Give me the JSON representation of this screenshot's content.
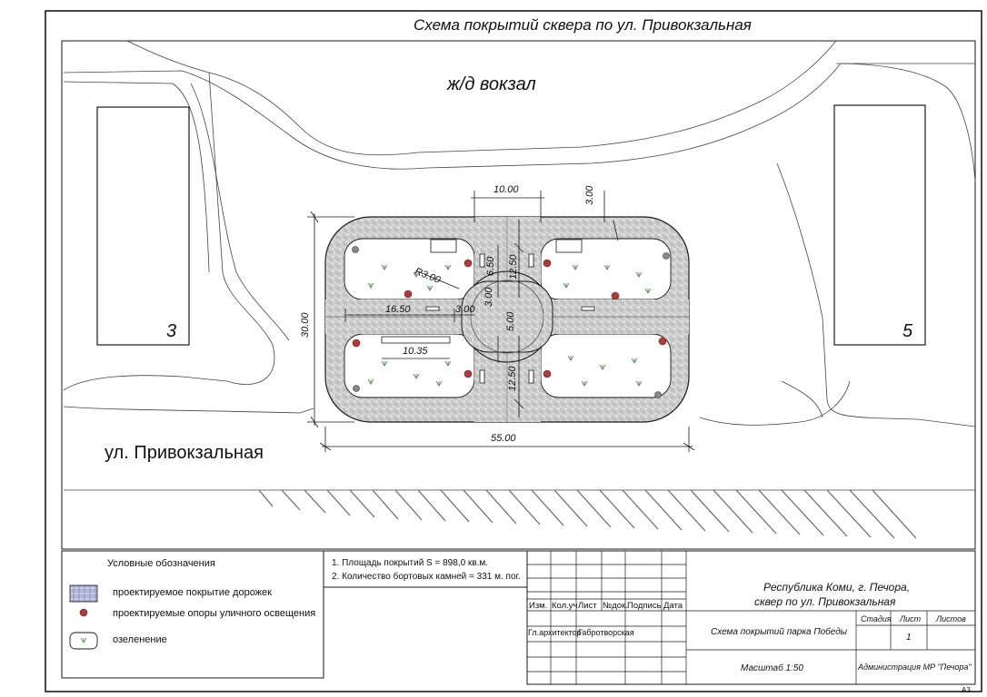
{
  "sheet": {
    "title": "Схема покрытий сквера по ул. Привокзальная",
    "sheet_format": "А3"
  },
  "site": {
    "station_label": "ж/д вокзал",
    "street_label": "ул. Привокзальная",
    "building_left": "3",
    "building_right": "5"
  },
  "dimensions": {
    "width_total": "55.00",
    "height_total": "30.00",
    "top_entrance": "10.00",
    "border_width": "3.00",
    "radius": "R3.00",
    "d_6_50": "6.50",
    "d_12_50_top": "12.50",
    "d_3_00_a": "3.00",
    "d_3_00_b": "3.00",
    "d_16_50": "16.50",
    "d_5_00": "5.00",
    "d_10_35": "10.35",
    "d_12_50_bottom": "12.50"
  },
  "legend": {
    "title": "Условные обозначения",
    "items": [
      {
        "label": "проектируемое покрытие дорожек"
      },
      {
        "label": "проектируемые опоры уличного освещения"
      },
      {
        "label": "озеленение"
      }
    ]
  },
  "notes": [
    "1. Площадь покрытий  S = 898,0 кв.м.",
    "2. Количество бортовых камней = 331 м. пог."
  ],
  "stamp": {
    "headers": [
      "Изм.",
      "Кол.уч",
      "Лист",
      "№док.",
      "Подпись",
      "Дата"
    ],
    "role": "Гл.архитектор",
    "person": "Габротворская",
    "project_line1": "Республика Коми, г. Печора,",
    "project_line2": "сквер по ул. Привокзальная",
    "drawing_name": "Схема покрытий парка Победы",
    "scale": "Масштаб  1:50",
    "stage_label": "Стадия",
    "sheet_label": "Лист",
    "sheets_label": "Листов",
    "sheet_value": "1",
    "organization": "Администрация МР \"Печора\""
  },
  "colors": {
    "line": "#1a1a1a",
    "paving": "#d9d9d9",
    "lamp": "#b33a3a",
    "grass": "#5c8a5c"
  }
}
